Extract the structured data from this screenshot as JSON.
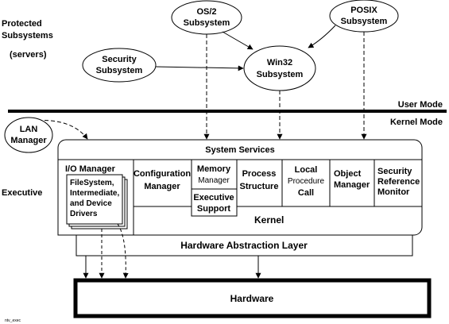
{
  "labels": {
    "protected_1": "Protected",
    "protected_2": "Subsystems",
    "servers": "(servers)",
    "user_mode": "User Mode",
    "kernel_mode": "Kernel Mode",
    "executive": "Executive",
    "corner_tag": "ntv_exec"
  },
  "subsystems": {
    "os2": [
      "OS/2",
      "Subsystem"
    ],
    "posix": [
      "POSIX",
      "Subsystem"
    ],
    "security": [
      "Security",
      "Subsystem"
    ],
    "win32": [
      "Win32",
      "Subsystem"
    ],
    "lan": [
      "LAN",
      "Manager"
    ]
  },
  "executive": {
    "system_services": "System Services",
    "io_manager": "I/O Manager",
    "drivers": [
      "FileSystem,",
      "Intermediate,",
      "and Device",
      "Drivers"
    ],
    "config_manager": [
      "Configuration",
      "Manager"
    ],
    "memory_manager": [
      "Memory",
      "Manager"
    ],
    "executive_support": [
      "Executive",
      "Support"
    ],
    "process_structure": [
      "Process",
      "Structure"
    ],
    "lpc": [
      "Local",
      "Procedure",
      "Call"
    ],
    "object_manager": [
      "Object",
      "Manager"
    ],
    "security_monitor": [
      "Security",
      "Reference",
      "Monitor"
    ],
    "kernel": "Kernel"
  },
  "hal": "Hardware Abstraction Layer",
  "hardware": "Hardware"
}
